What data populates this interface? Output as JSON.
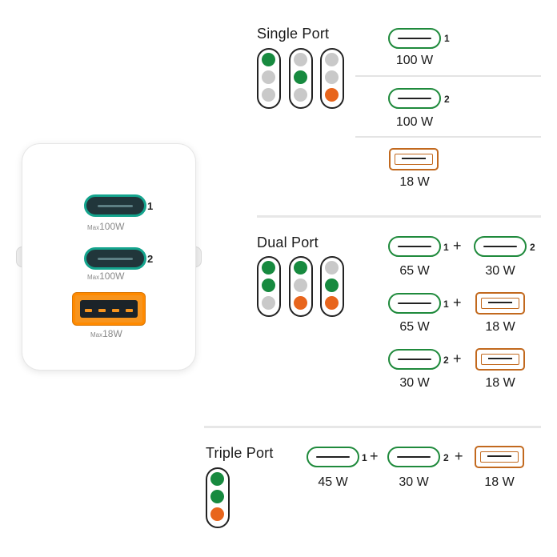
{
  "colors": {
    "green": "#178a3f",
    "gray": "#c9c9c9",
    "orange": "#e8651c",
    "usbc_outline": "#1f8a3c",
    "usba_outline": "#c2691e",
    "charger_port_teal": "#14a48d",
    "charger_port_orange": "#f7941d"
  },
  "charger": {
    "ports": [
      {
        "number": "1",
        "max_prefix": "Max",
        "max_watt": "100W",
        "type": "usb-c"
      },
      {
        "number": "2",
        "max_prefix": "Max",
        "max_watt": "100W",
        "type": "usb-c"
      },
      {
        "number": "",
        "max_prefix": "Max",
        "max_watt": "18W",
        "type": "usb-a"
      }
    ]
  },
  "single": {
    "heading": "Single Port",
    "indicators": [
      [
        "green",
        "gray",
        "gray"
      ],
      [
        "gray",
        "green",
        "gray"
      ],
      [
        "gray",
        "gray",
        "orange"
      ]
    ],
    "options": [
      {
        "port": "1",
        "watt": "100 W",
        "type": "usb-c"
      },
      {
        "port": "2",
        "watt": "100 W",
        "type": "usb-c"
      },
      {
        "port": "",
        "watt": "18 W",
        "type": "usb-a"
      }
    ]
  },
  "dual": {
    "heading": "Dual Port",
    "indicators": [
      [
        "green",
        "green",
        "gray"
      ],
      [
        "green",
        "gray",
        "orange"
      ],
      [
        "gray",
        "green",
        "orange"
      ]
    ],
    "rows": [
      {
        "a_port": "1",
        "a_watt": "65 W",
        "plus": "+",
        "b_port": "2",
        "b_watt": "30 W",
        "b_type": "usb-c"
      },
      {
        "a_port": "1",
        "a_watt": "65 W",
        "plus": "+",
        "b_port": "",
        "b_watt": "18 W",
        "b_type": "usb-a"
      },
      {
        "a_port": "2",
        "a_watt": "30 W",
        "plus": "+",
        "b_port": "",
        "b_watt": "18 W",
        "b_type": "usb-a"
      }
    ]
  },
  "triple": {
    "heading": "Triple Port",
    "indicators": [
      [
        "green",
        "green",
        "orange"
      ]
    ],
    "items": [
      {
        "port": "1",
        "watt": "45 W",
        "type": "usb-c"
      },
      {
        "port": "2",
        "watt": "30 W",
        "type": "usb-c"
      },
      {
        "port": "",
        "watt": "18 W",
        "type": "usb-a"
      }
    ],
    "plus": "+"
  }
}
